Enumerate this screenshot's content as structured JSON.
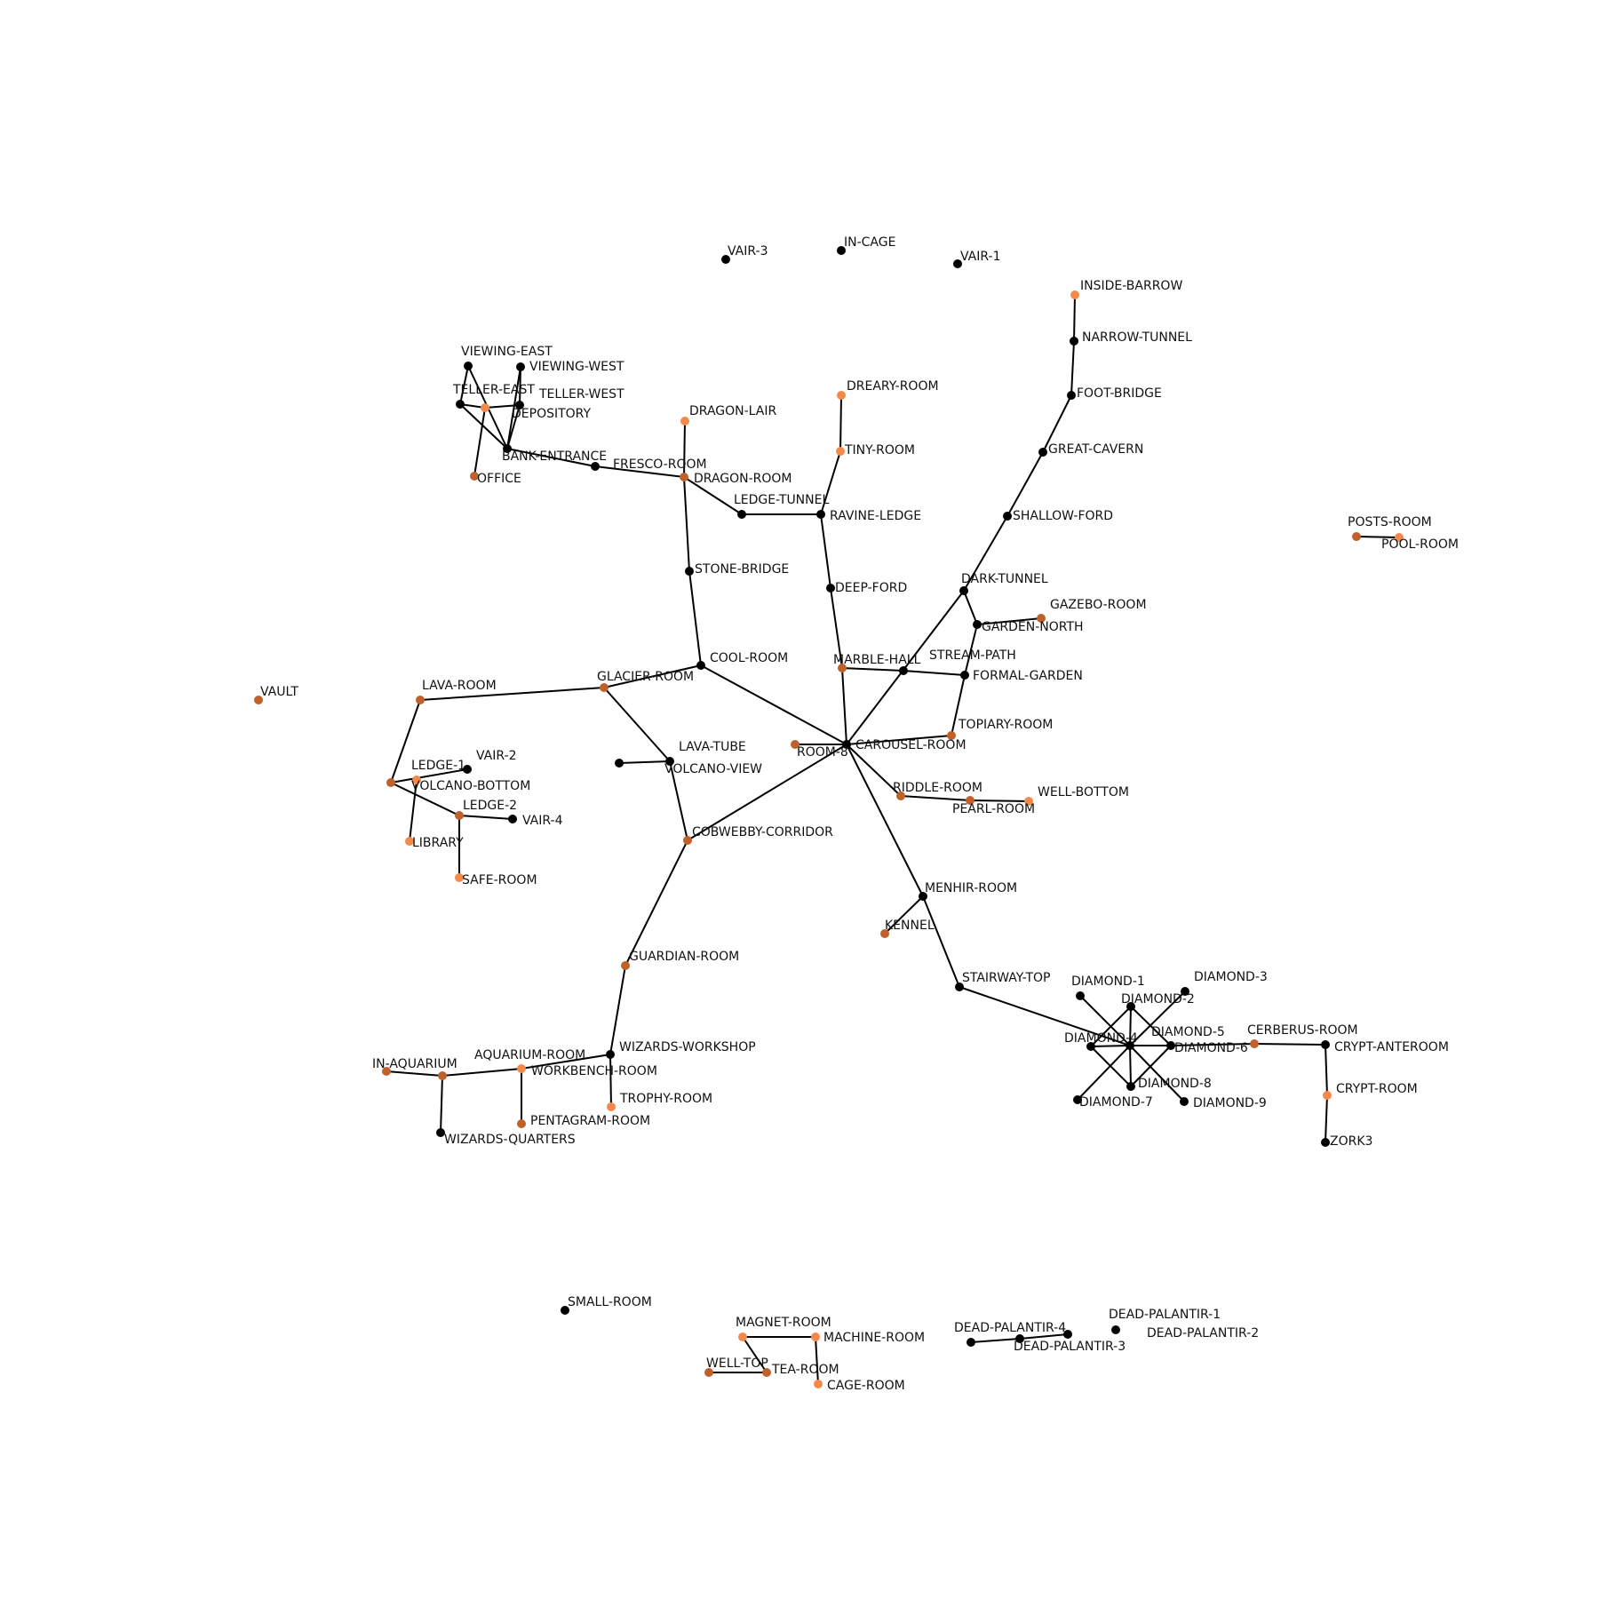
{
  "colors": {
    "black": "#000000",
    "orange": "#f5894a",
    "brown": "#c0602a",
    "edge": "#000000"
  },
  "nodes": [
    {
      "id": "VAIR-3",
      "label": "VAIR-3",
      "color": "black"
    },
    {
      "id": "IN-CAGE",
      "label": "IN-CAGE",
      "color": "black"
    },
    {
      "id": "VAIR-1",
      "label": "VAIR-1",
      "color": "black"
    },
    {
      "id": "INSIDE-BARROW",
      "label": "INSIDE-BARROW",
      "color": "orange"
    },
    {
      "id": "NARROW-TUNNEL",
      "label": "NARROW-TUNNEL",
      "color": "black"
    },
    {
      "id": "FOOT-BRIDGE",
      "label": "FOOT-BRIDGE",
      "color": "black"
    },
    {
      "id": "GREAT-CAVERN",
      "label": "GREAT-CAVERN",
      "color": "black"
    },
    {
      "id": "SHALLOW-FORD",
      "label": "SHALLOW-FORD",
      "color": "black"
    },
    {
      "id": "DARK-TUNNEL",
      "label": "DARK-TUNNEL",
      "color": "black"
    },
    {
      "id": "GAZEBO-ROOM",
      "label": "GAZEBO-ROOM",
      "color": "brown"
    },
    {
      "id": "GARDEN-NORTH",
      "label": "GARDEN-NORTH",
      "color": "black"
    },
    {
      "id": "STREAM-PATH",
      "label": "STREAM-PATH",
      "color": "black"
    },
    {
      "id": "FORMAL-GARDEN",
      "label": "FORMAL-GARDEN",
      "color": "black"
    },
    {
      "id": "TOPIARY-ROOM",
      "label": "TOPIARY-ROOM",
      "color": "brown"
    },
    {
      "id": "MARBLE-HALL",
      "label": "MARBLE-HALL",
      "color": "brown"
    },
    {
      "id": "DEEP-FORD",
      "label": "DEEP-FORD",
      "color": "black"
    },
    {
      "id": "RAVINE-LEDGE",
      "label": "RAVINE-LEDGE",
      "color": "black"
    },
    {
      "id": "TINY-ROOM",
      "label": "TINY-ROOM",
      "color": "orange"
    },
    {
      "id": "DREARY-ROOM",
      "label": "DREARY-ROOM",
      "color": "orange"
    },
    {
      "id": "LEDGE-TUNNEL",
      "label": "LEDGE-TUNNEL",
      "color": "black"
    },
    {
      "id": "DRAGON-ROOM",
      "label": "DRAGON-ROOM",
      "color": "brown"
    },
    {
      "id": "DRAGON-LAIR",
      "label": "DRAGON-LAIR",
      "color": "orange"
    },
    {
      "id": "FRESCO-ROOM",
      "label": "FRESCO-ROOM",
      "color": "black"
    },
    {
      "id": "BANK-ENTRANCE",
      "label": "BANK-ENTRANCE",
      "color": "black"
    },
    {
      "id": "OFFICE",
      "label": "OFFICE",
      "color": "brown"
    },
    {
      "id": "TELLER-EAST",
      "label": "TELLER-EAST",
      "color": "black"
    },
    {
      "id": "TELLER-WEST",
      "label": "TELLER-WEST",
      "color": "black"
    },
    {
      "id": "DEPOSITORY",
      "label": "DEPOSITORY",
      "color": "orange"
    },
    {
      "id": "VIEWING-EAST",
      "label": "VIEWING-EAST",
      "color": "black"
    },
    {
      "id": "VIEWING-WEST",
      "label": "VIEWING-WEST",
      "color": "black"
    },
    {
      "id": "STONE-BRIDGE",
      "label": "STONE-BRIDGE",
      "color": "black"
    },
    {
      "id": "COOL-ROOM",
      "label": "COOL-ROOM",
      "color": "black"
    },
    {
      "id": "GLACIER-ROOM",
      "label": "GLACIER-ROOM",
      "color": "brown"
    },
    {
      "id": "LAVA-ROOM",
      "label": "LAVA-ROOM",
      "color": "brown"
    },
    {
      "id": "VAULT",
      "label": "VAULT",
      "color": "brown"
    },
    {
      "id": "VOLCANO-BOTTOM",
      "label": "VOLCANO-BOTTOM",
      "color": "brown"
    },
    {
      "id": "LEDGE-1",
      "label": "LEDGE-1",
      "color": "orange"
    },
    {
      "id": "VAIR-2",
      "label": "VAIR-2",
      "color": "black"
    },
    {
      "id": "LEDGE-2",
      "label": "LEDGE-2",
      "color": "brown"
    },
    {
      "id": "VAIR-4",
      "label": "VAIR-4",
      "color": "black"
    },
    {
      "id": "LIBRARY",
      "label": "LIBRARY",
      "color": "orange"
    },
    {
      "id": "SAFE-ROOM",
      "label": "SAFE-ROOM",
      "color": "orange"
    },
    {
      "id": "LAVA-TUBE",
      "label": "LAVA-TUBE",
      "color": "black"
    },
    {
      "id": "VOLCANO-VIEW",
      "label": "VOLCANO-VIEW",
      "color": "black"
    },
    {
      "id": "COBWEBBY-CORRIDOR",
      "label": "COBWEBBY-CORRIDOR",
      "color": "brown"
    },
    {
      "id": "CAROUSEL-ROOM",
      "label": "CAROUSEL-ROOM",
      "color": "black"
    },
    {
      "id": "ROOM-8",
      "label": "ROOM-8",
      "color": "brown"
    },
    {
      "id": "RIDDLE-ROOM",
      "label": "RIDDLE-ROOM",
      "color": "brown"
    },
    {
      "id": "PEARL-ROOM",
      "label": "PEARL-ROOM",
      "color": "brown"
    },
    {
      "id": "WELL-BOTTOM",
      "label": "WELL-BOTTOM",
      "color": "orange"
    },
    {
      "id": "MENHIR-ROOM",
      "label": "MENHIR-ROOM",
      "color": "black"
    },
    {
      "id": "KENNEL",
      "label": "KENNEL",
      "color": "brown"
    },
    {
      "id": "STAIRWAY-TOP",
      "label": "STAIRWAY-TOP",
      "color": "black"
    },
    {
      "id": "GUARDIAN-ROOM",
      "label": "GUARDIAN-ROOM",
      "color": "brown"
    },
    {
      "id": "WIZARDS-WORKSHOP",
      "label": "WIZARDS-WORKSHOP",
      "color": "black"
    },
    {
      "id": "WORKBENCH-ROOM",
      "label": "WORKBENCH-ROOM",
      "color": "orange"
    },
    {
      "id": "TROPHY-ROOM",
      "label": "TROPHY-ROOM",
      "color": "orange"
    },
    {
      "id": "AQUARIUM-ROOM",
      "label": "AQUARIUM-ROOM",
      "color": "brown"
    },
    {
      "id": "IN-AQUARIUM",
      "label": "IN-AQUARIUM",
      "color": "brown"
    },
    {
      "id": "WIZARDS-QUARTERS",
      "label": "WIZARDS-QUARTERS",
      "color": "black"
    },
    {
      "id": "PENTAGRAM-ROOM",
      "label": "PENTAGRAM-ROOM",
      "color": "brown"
    },
    {
      "id": "DIAMOND-1",
      "label": "DIAMOND-1",
      "color": "black"
    },
    {
      "id": "DIAMOND-2",
      "label": "DIAMOND-2",
      "color": "black"
    },
    {
      "id": "DIAMOND-3",
      "label": "DIAMOND-3",
      "color": "black"
    },
    {
      "id": "DIAMOND-4",
      "label": "DIAMOND-4",
      "color": "black"
    },
    {
      "id": "DIAMOND-5",
      "label": "DIAMOND-5",
      "color": "black"
    },
    {
      "id": "DIAMOND-6",
      "label": "DIAMOND-6",
      "color": "black"
    },
    {
      "id": "DIAMOND-7",
      "label": "DIAMOND-7",
      "color": "black"
    },
    {
      "id": "DIAMOND-8",
      "label": "DIAMOND-8",
      "color": "black"
    },
    {
      "id": "DIAMOND-9",
      "label": "DIAMOND-9",
      "color": "black"
    },
    {
      "id": "CERBERUS-ROOM",
      "label": "CERBERUS-ROOM",
      "color": "brown"
    },
    {
      "id": "CRYPT-ANTEROOM",
      "label": "CRYPT-ANTEROOM",
      "color": "black"
    },
    {
      "id": "CRYPT-ROOM",
      "label": "CRYPT-ROOM",
      "color": "orange"
    },
    {
      "id": "ZORK3",
      "label": "ZORK3",
      "color": "black"
    },
    {
      "id": "POSTS-ROOM",
      "label": "POSTS-ROOM",
      "color": "brown"
    },
    {
      "id": "POOL-ROOM",
      "label": "POOL-ROOM",
      "color": "orange"
    },
    {
      "id": "SMALL-ROOM",
      "label": "SMALL-ROOM",
      "color": "black"
    },
    {
      "id": "MAGNET-ROOM",
      "label": "MAGNET-ROOM",
      "color": "orange"
    },
    {
      "id": "MACHINE-ROOM",
      "label": "MACHINE-ROOM",
      "color": "orange"
    },
    {
      "id": "WELL-TOP",
      "label": "WELL-TOP",
      "color": "brown"
    },
    {
      "id": "TEA-ROOM",
      "label": "TEA-ROOM",
      "color": "brown"
    },
    {
      "id": "CAGE-ROOM",
      "label": "CAGE-ROOM",
      "color": "orange"
    },
    {
      "id": "DEAD-PALANTIR-4",
      "label": "DEAD-PALANTIR-4",
      "color": "black"
    },
    {
      "id": "DEAD-PALANTIR-3",
      "label": "DEAD-PALANTIR-3",
      "color": "black"
    },
    {
      "id": "DEAD-PALANTIR-1",
      "label": "DEAD-PALANTIR-1",
      "color": "black"
    },
    {
      "id": "DEAD-PALANTIR-2",
      "label": "DEAD-PALANTIR-2",
      "color": "black"
    }
  ],
  "edges": [
    [
      "INSIDE-BARROW",
      "NARROW-TUNNEL"
    ],
    [
      "NARROW-TUNNEL",
      "FOOT-BRIDGE"
    ],
    [
      "FOOT-BRIDGE",
      "GREAT-CAVERN"
    ],
    [
      "GREAT-CAVERN",
      "SHALLOW-FORD"
    ],
    [
      "SHALLOW-FORD",
      "DARK-TUNNEL"
    ],
    [
      "DARK-TUNNEL",
      "GARDEN-NORTH"
    ],
    [
      "DARK-TUNNEL",
      "CAROUSEL-ROOM"
    ],
    [
      "GARDEN-NORTH",
      "GAZEBO-ROOM"
    ],
    [
      "GARDEN-NORTH",
      "FORMAL-GARDEN"
    ],
    [
      "FORMAL-GARDEN",
      "STREAM-PATH"
    ],
    [
      "FORMAL-GARDEN",
      "TOPIARY-ROOM"
    ],
    [
      "STREAM-PATH",
      "MARBLE-HALL"
    ],
    [
      "TOPIARY-ROOM",
      "CAROUSEL-ROOM"
    ],
    [
      "MARBLE-HALL",
      "CAROUSEL-ROOM"
    ],
    [
      "MARBLE-HALL",
      "DEEP-FORD"
    ],
    [
      "DEEP-FORD",
      "RAVINE-LEDGE"
    ],
    [
      "RAVINE-LEDGE",
      "TINY-ROOM"
    ],
    [
      "TINY-ROOM",
      "DREARY-ROOM"
    ],
    [
      "RAVINE-LEDGE",
      "LEDGE-TUNNEL"
    ],
    [
      "LEDGE-TUNNEL",
      "DRAGON-ROOM"
    ],
    [
      "DRAGON-ROOM",
      "DRAGON-LAIR"
    ],
    [
      "DRAGON-ROOM",
      "FRESCO-ROOM"
    ],
    [
      "DRAGON-ROOM",
      "STONE-BRIDGE"
    ],
    [
      "FRESCO-ROOM",
      "BANK-ENTRANCE"
    ],
    [
      "BANK-ENTRANCE",
      "TELLER-EAST"
    ],
    [
      "BANK-ENTRANCE",
      "TELLER-WEST"
    ],
    [
      "BANK-ENTRANCE",
      "VIEWING-EAST"
    ],
    [
      "BANK-ENTRANCE",
      "VIEWING-WEST"
    ],
    [
      "TELLER-EAST",
      "VIEWING-EAST"
    ],
    [
      "TELLER-EAST",
      "DEPOSITORY"
    ],
    [
      "DEPOSITORY",
      "TELLER-WEST"
    ],
    [
      "DEPOSITORY",
      "OFFICE"
    ],
    [
      "TELLER-WEST",
      "VIEWING-WEST"
    ],
    [
      "STONE-BRIDGE",
      "COOL-ROOM"
    ],
    [
      "COOL-ROOM",
      "GLACIER-ROOM"
    ],
    [
      "COOL-ROOM",
      "CAROUSEL-ROOM"
    ],
    [
      "GLACIER-ROOM",
      "LAVA-ROOM"
    ],
    [
      "GLACIER-ROOM",
      "VOLCANO-VIEW"
    ],
    [
      "LAVA-ROOM",
      "VOLCANO-BOTTOM"
    ],
    [
      "VOLCANO-BOTTOM",
      "VAIR-2"
    ],
    [
      "VOLCANO-BOTTOM",
      "LEDGE-2"
    ],
    [
      "LEDGE-1",
      "LIBRARY"
    ],
    [
      "LEDGE-2",
      "VAIR-4"
    ],
    [
      "LEDGE-2",
      "SAFE-ROOM"
    ],
    [
      "LAVA-TUBE",
      "VOLCANO-VIEW"
    ],
    [
      "VOLCANO-VIEW",
      "COBWEBBY-CORRIDOR"
    ],
    [
      "COBWEBBY-CORRIDOR",
      "CAROUSEL-ROOM"
    ],
    [
      "COBWEBBY-CORRIDOR",
      "GUARDIAN-ROOM"
    ],
    [
      "CAROUSEL-ROOM",
      "ROOM-8"
    ],
    [
      "CAROUSEL-ROOM",
      "RIDDLE-ROOM"
    ],
    [
      "CAROUSEL-ROOM",
      "MENHIR-ROOM"
    ],
    [
      "RIDDLE-ROOM",
      "PEARL-ROOM"
    ],
    [
      "PEARL-ROOM",
      "WELL-BOTTOM"
    ],
    [
      "MENHIR-ROOM",
      "KENNEL"
    ],
    [
      "MENHIR-ROOM",
      "STAIRWAY-TOP"
    ],
    [
      "STAIRWAY-TOP",
      "DIAMOND-5"
    ],
    [
      "GUARDIAN-ROOM",
      "WIZARDS-WORKSHOP"
    ],
    [
      "WIZARDS-WORKSHOP",
      "TROPHY-ROOM"
    ],
    [
      "WIZARDS-WORKSHOP",
      "WORKBENCH-ROOM"
    ],
    [
      "WORKBENCH-ROOM",
      "PENTAGRAM-ROOM"
    ],
    [
      "WORKBENCH-ROOM",
      "AQUARIUM-ROOM"
    ],
    [
      "AQUARIUM-ROOM",
      "IN-AQUARIUM"
    ],
    [
      "AQUARIUM-ROOM",
      "WIZARDS-QUARTERS"
    ],
    [
      "DIAMOND-1",
      "DIAMOND-5"
    ],
    [
      "DIAMOND-2",
      "DIAMOND-5"
    ],
    [
      "DIAMOND-3",
      "DIAMOND-5"
    ],
    [
      "DIAMOND-4",
      "DIAMOND-5"
    ],
    [
      "DIAMOND-6",
      "DIAMOND-5"
    ],
    [
      "DIAMOND-7",
      "DIAMOND-5"
    ],
    [
      "DIAMOND-8",
      "DIAMOND-5"
    ],
    [
      "DIAMOND-9",
      "DIAMOND-5"
    ],
    [
      "DIAMOND-2",
      "DIAMOND-4"
    ],
    [
      "DIAMOND-2",
      "DIAMOND-6"
    ],
    [
      "DIAMOND-4",
      "DIAMOND-8"
    ],
    [
      "DIAMOND-6",
      "DIAMOND-8"
    ],
    [
      "DIAMOND-6",
      "CERBERUS-ROOM"
    ],
    [
      "CERBERUS-ROOM",
      "CRYPT-ANTEROOM"
    ],
    [
      "CRYPT-ANTEROOM",
      "CRYPT-ROOM"
    ],
    [
      "CRYPT-ROOM",
      "ZORK3"
    ],
    [
      "POSTS-ROOM",
      "POOL-ROOM"
    ],
    [
      "MAGNET-ROOM",
      "MACHINE-ROOM"
    ],
    [
      "MAGNET-ROOM",
      "TEA-ROOM"
    ],
    [
      "MACHINE-ROOM",
      "CAGE-ROOM"
    ],
    [
      "WELL-TOP",
      "TEA-ROOM"
    ],
    [
      "DEAD-PALANTIR-4",
      "DEAD-PALANTIR-3"
    ],
    [
      "DEAD-PALANTIR-3",
      "DEAD-PALANTIR-1"
    ]
  ]
}
